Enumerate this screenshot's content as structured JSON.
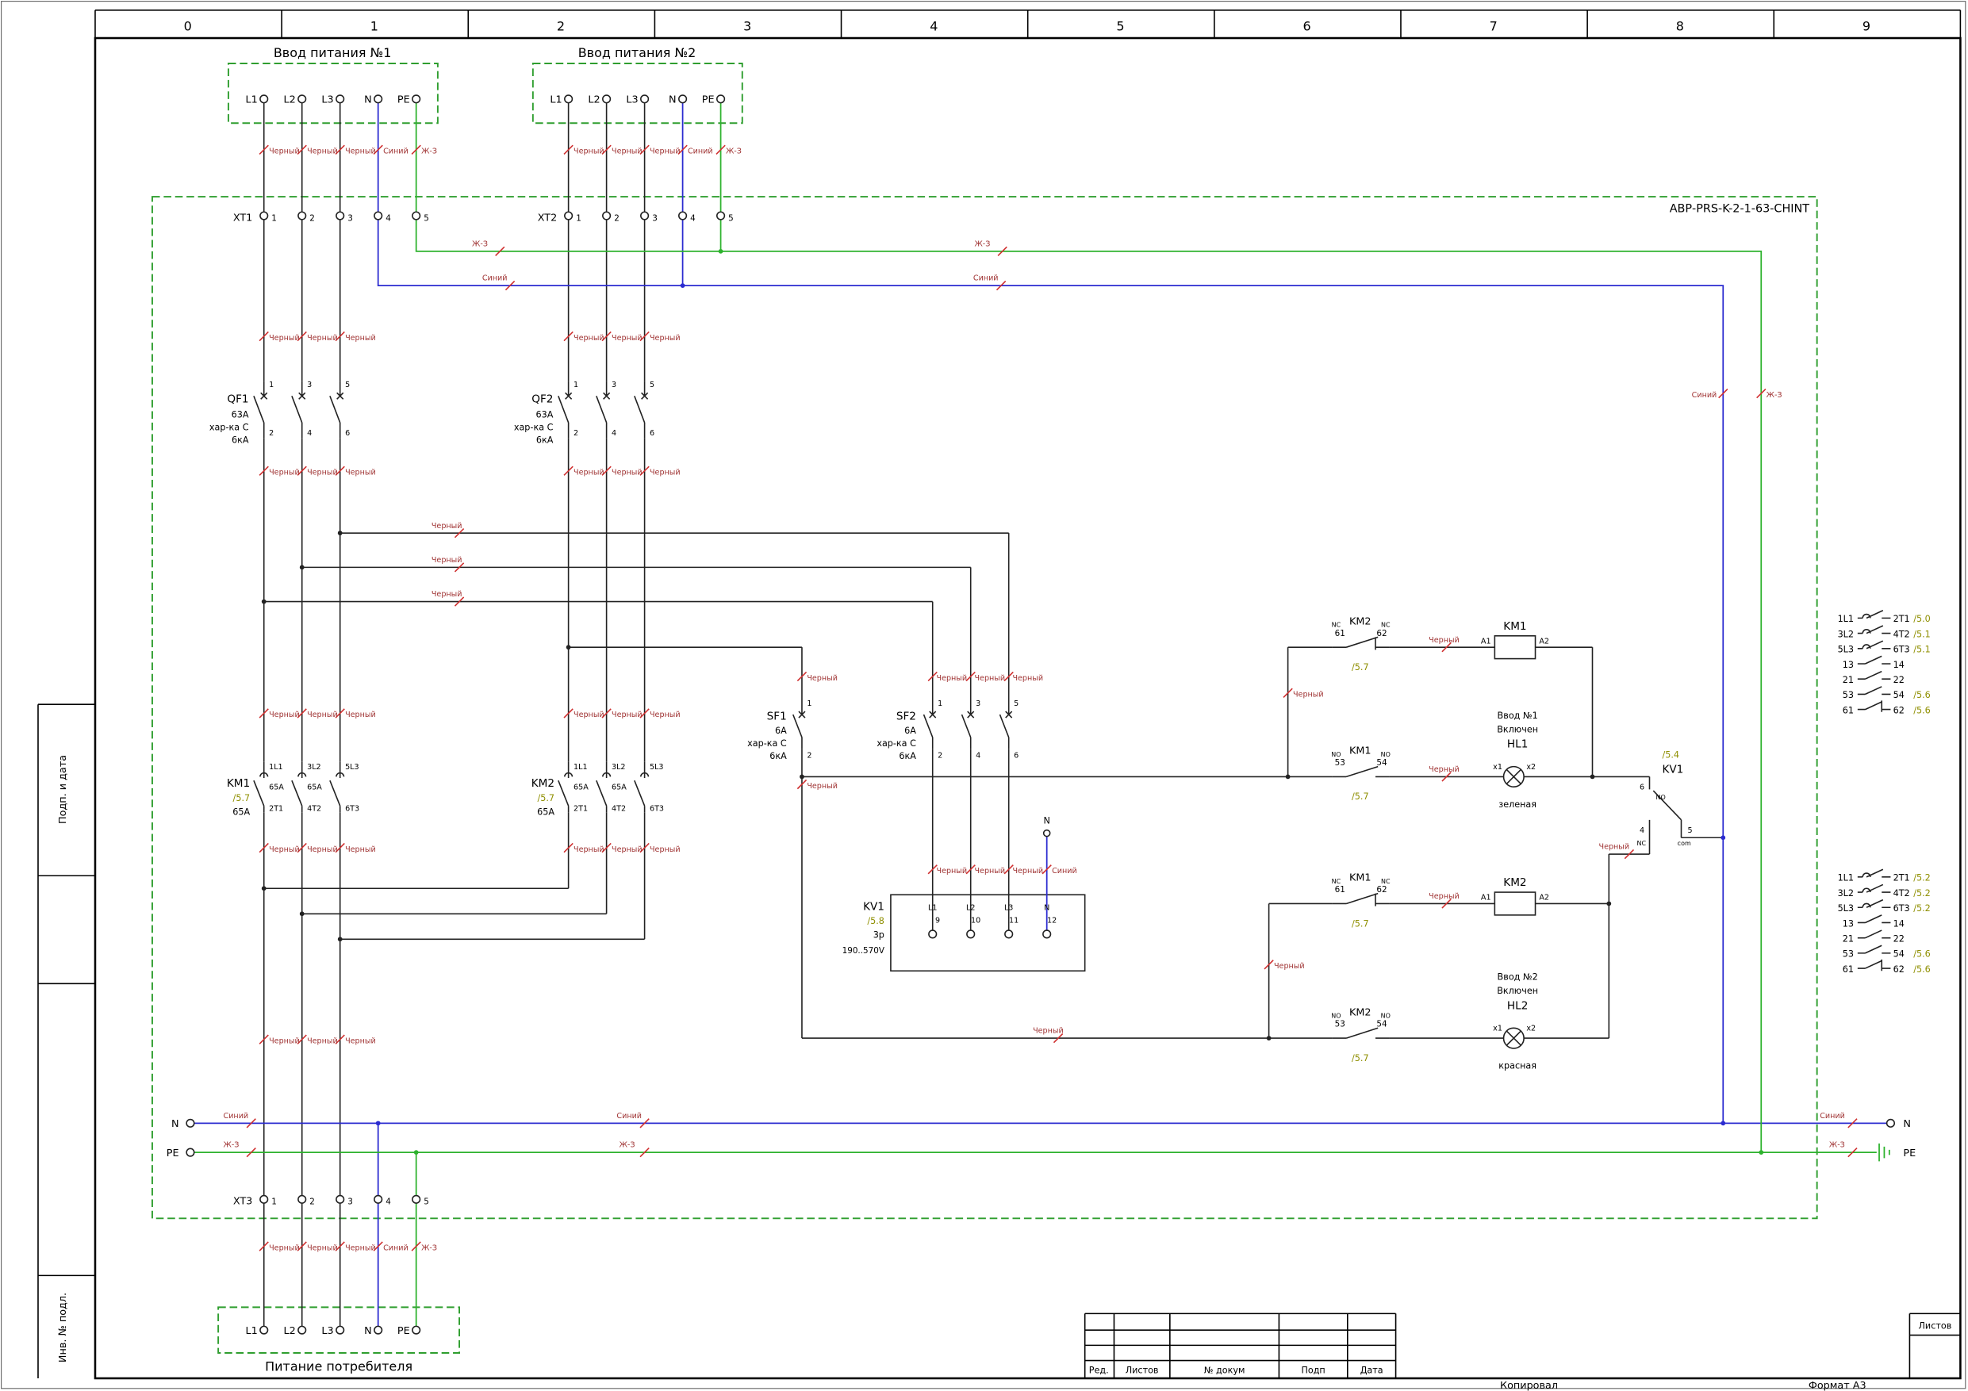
{
  "meta": {
    "device": "АВР-PRS-K-2-1-63-CHINT"
  },
  "ruler": [
    "0",
    "1",
    "2",
    "3",
    "4",
    "5",
    "6",
    "7",
    "8",
    "9"
  ],
  "frame": {
    "podp": "Подп. и дата",
    "inv": "Инв. № подл.",
    "kopir": "Копировал",
    "format": "Формат А3",
    "listov": "Листов"
  },
  "tb": {
    "c1": "Ред.",
    "c2": "Листов",
    "c3": "№ докум",
    "c4": "Подп",
    "c5": "Дата"
  },
  "inputs": {
    "in1": "Ввод питания №1",
    "in2": "Ввод питания №2",
    "consumer": "Питание потребителя",
    "terminals": [
      "L1",
      "L2",
      "L3",
      "N",
      "PE"
    ]
  },
  "xt": {
    "xt1": "XT1",
    "xt2": "XT2",
    "xt3": "XT3",
    "numbers": [
      "1",
      "2",
      "3",
      "4",
      "5"
    ]
  },
  "wire_colors": {
    "black": "Черный",
    "blue": "Синий",
    "yellow_green": "Ж-З"
  },
  "qf": {
    "qf1": "QF1",
    "qf2": "QF2",
    "rating": "63А",
    "curve": "хар-ка С",
    "icu": "6кА",
    "top": [
      "1",
      "3",
      "5"
    ],
    "bottom": [
      "2",
      "4",
      "6"
    ]
  },
  "sf": {
    "sf1": "SF1",
    "sf2": "SF2",
    "rating": "6А",
    "curve": "хар-ка С",
    "icu": "6кА"
  },
  "km": {
    "km1": "KM1",
    "km2": "KM2",
    "ref": "/5.7",
    "rating": "65А",
    "top": [
      "1L1",
      "3L2",
      "5L3"
    ],
    "bottom": [
      "2T1",
      "4T2",
      "6T3"
    ]
  },
  "coil": {
    "a1": "A1",
    "a2": "A2"
  },
  "aux": {
    "no": "NO",
    "nc": "NC",
    "c53": "53",
    "c54": "54",
    "c61": "61",
    "c62": "62",
    "ref": "/5.7"
  },
  "hl": {
    "hl1": "HL1",
    "hl2": "HL2",
    "in1": "Ввод №1",
    "in2": "Ввод №2",
    "on": "Включен",
    "x1": "x1",
    "x2": "x2",
    "green": "зеленая",
    "red": "красная"
  },
  "kv": {
    "name": "KV1",
    "box_ref": "/5.8",
    "poles": "3р",
    "range": "190..570V",
    "l1": "L1",
    "l2": "L2",
    "l3": "L3",
    "n": "N",
    "n9": "9",
    "n10": "10",
    "n11": "11",
    "n12": "12",
    "ref": "/5.4",
    "no_n": "6",
    "no": "NO",
    "nc_n": "4",
    "nc": "NC",
    "com_n": "5",
    "com": "com"
  },
  "bus": {
    "n": "N",
    "pe": "PE"
  },
  "crossref": {
    "km1": [
      {
        "l": "1L1",
        "r": "2T1",
        "ref": "/5.0"
      },
      {
        "l": "3L2",
        "r": "4T2",
        "ref": "/5.1"
      },
      {
        "l": "5L3",
        "r": "6T3",
        "ref": "/5.1"
      },
      {
        "l": "13",
        "r": "14",
        "ref": ""
      },
      {
        "l": "21",
        "r": "22",
        "ref": ""
      },
      {
        "l": "53",
        "r": "54",
        "ref": "/5.6"
      },
      {
        "l": "61",
        "r": "62",
        "ref": "/5.6"
      }
    ],
    "km2": [
      {
        "l": "1L1",
        "r": "2T1",
        "ref": "/5.2"
      },
      {
        "l": "3L2",
        "r": "4T2",
        "ref": "/5.2"
      },
      {
        "l": "5L3",
        "r": "6T3",
        "ref": "/5.2"
      },
      {
        "l": "13",
        "r": "14",
        "ref": ""
      },
      {
        "l": "21",
        "r": "22",
        "ref": ""
      },
      {
        "l": "53",
        "r": "54",
        "ref": "/5.6"
      },
      {
        "l": "61",
        "r": "62",
        "ref": "/5.6"
      }
    ]
  }
}
